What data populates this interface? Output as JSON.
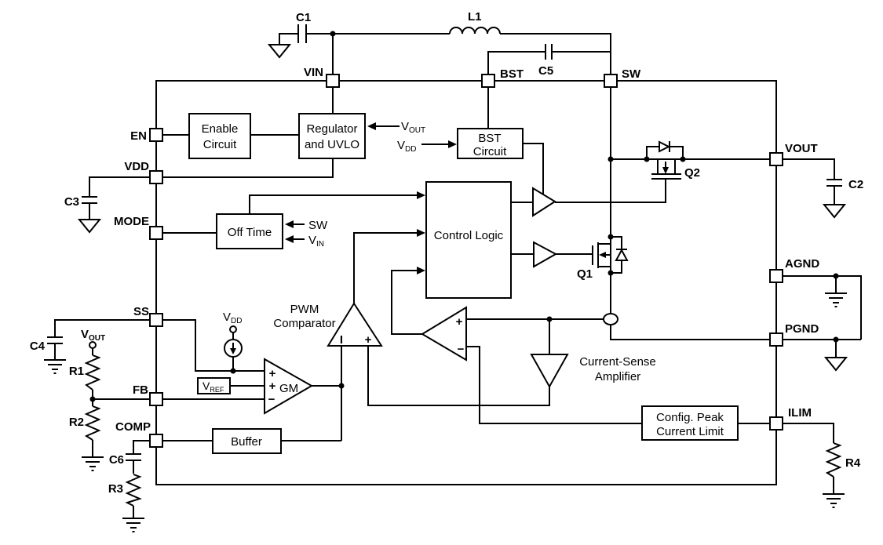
{
  "pins": {
    "vin": "VIN",
    "bst": "BST",
    "sw": "SW",
    "en": "EN",
    "vdd": "VDD",
    "mode": "MODE",
    "ss": "SS",
    "fb": "FB",
    "comp": "COMP",
    "vout": "VOUT",
    "agnd": "AGND",
    "pgnd": "PGND",
    "ilim": "ILIM"
  },
  "components": {
    "c1": "C1",
    "c2": "C2",
    "c3": "C3",
    "c4": "C4",
    "c5": "C5",
    "c6": "C6",
    "l1": "L1",
    "r1": "R1",
    "r2": "R2",
    "r3": "R3",
    "r4": "R4",
    "q1": "Q1",
    "q2": "Q2"
  },
  "blocks": {
    "enable1": "Enable",
    "enable2": "Circuit",
    "regulator1": "Regulator",
    "regulator2": "and UVLO",
    "bst1": "BST",
    "bst2": "Circuit",
    "offtime": "Off Time",
    "control": "Control Logic",
    "buffer": "Buffer",
    "config1": "Config. Peak",
    "config2": "Current Limit"
  },
  "labels": {
    "pwm1": "PWM",
    "pwm2": "Comparator",
    "cs1": "Current-Sense",
    "cs2": "Amplifier",
    "gm": "GM",
    "sw": "SW",
    "v": "V",
    "sub_out": "OUT",
    "sub_dd": "DD",
    "sub_in": "IN",
    "sub_ref": "REF",
    "plus": "+",
    "minus": "−",
    "current": "I"
  },
  "colors": {
    "line": "#000000",
    "background": "#ffffff"
  }
}
